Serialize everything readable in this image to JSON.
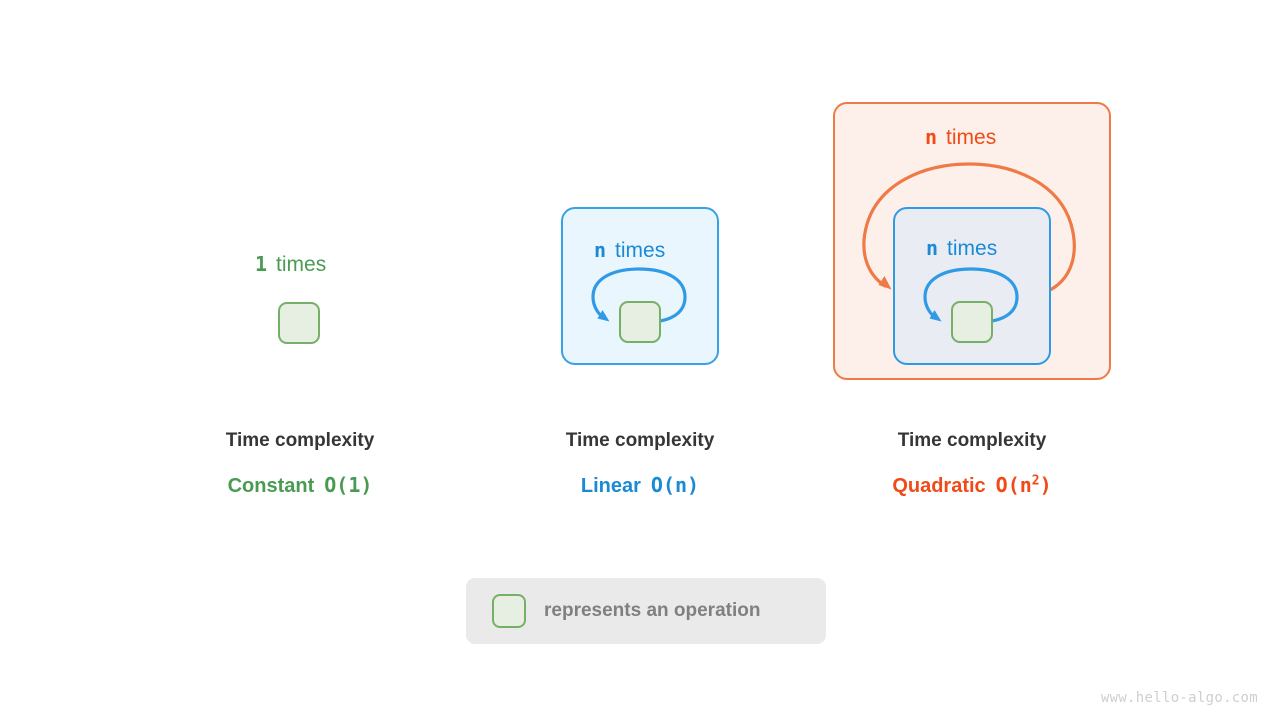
{
  "diagram": {
    "title_hidden": "",
    "watermark": "www.hello-algo.com",
    "panels": [
      {
        "id": "constant",
        "count_symbol": "1",
        "count_word": "times",
        "accent": "#4a9b52",
        "caption_title": "Time complexity",
        "caption_word": "Constant",
        "caption_notation": "O(1)",
        "notation_base": "O(1)",
        "notation_exponent": ""
      },
      {
        "id": "linear",
        "count_symbol": "n",
        "count_word": "times",
        "accent": "#1b8ad6",
        "caption_title": "Time complexity",
        "caption_word": "Linear",
        "caption_notation": "O(n)",
        "notation_base": "O(n)",
        "notation_exponent": ""
      },
      {
        "id": "quadratic",
        "count_symbol_outer": "n",
        "count_word_outer": "times",
        "count_symbol_inner": "n",
        "count_word_inner": "times",
        "accent": "#f04b16",
        "caption_title": "Time complexity",
        "caption_word": "Quadratic",
        "notation_base": "O(n",
        "notation_exponent": "2",
        "notation_close": ")"
      }
    ],
    "legend": {
      "text": "represents an operation",
      "swatch_fill": "#e6efe2",
      "swatch_border": "#76b068"
    },
    "colors": {
      "green": "#4a9b52",
      "green_box_fill": "#e6efe2",
      "green_box_border": "#76b068",
      "blue": "#1b8ad6",
      "blue_panel_fill": "#eaf6fd",
      "blue_panel_border": "#38a2e8",
      "blue_inner_fill": "#e9edf3",
      "orange": "#f04b16",
      "orange_panel_fill": "#fdf0ea",
      "orange_panel_border": "#ef7a45",
      "caption_title_color": "#363636",
      "legend_bg": "#eaeaea",
      "watermark_color": "#cfcfcf"
    }
  }
}
